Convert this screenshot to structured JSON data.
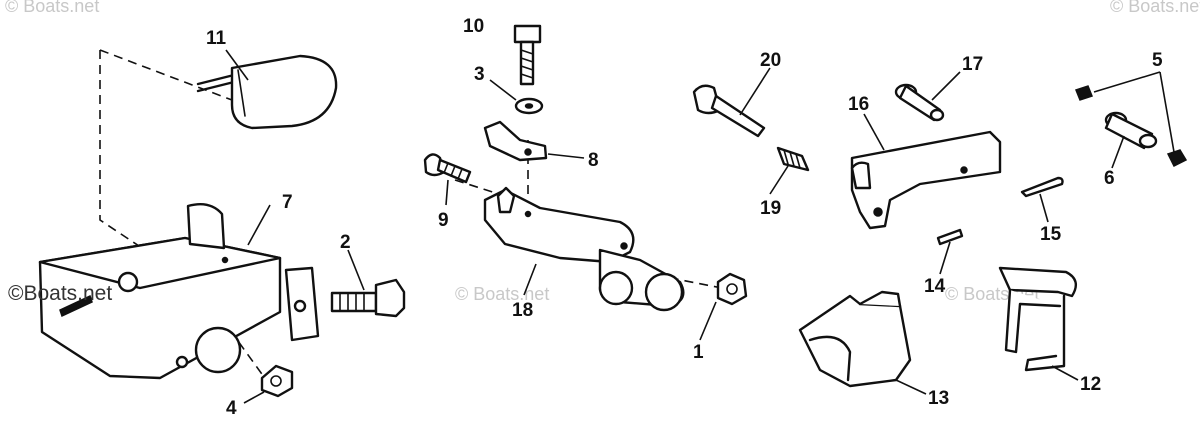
{
  "callouts": {
    "c1": "1",
    "c2": "2",
    "c3": "3",
    "c4": "4",
    "c5": "5",
    "c6": "6",
    "c7": "7",
    "c8": "8",
    "c9": "9",
    "c10": "10",
    "c11": "11",
    "c12": "12",
    "c13": "13",
    "c14": "14",
    "c15": "15",
    "c16": "16",
    "c17": "17",
    "c18": "18",
    "c19": "19",
    "c20": "20"
  },
  "watermarks": {
    "main": "©Boats.net",
    "faint": "© Boats.net"
  }
}
